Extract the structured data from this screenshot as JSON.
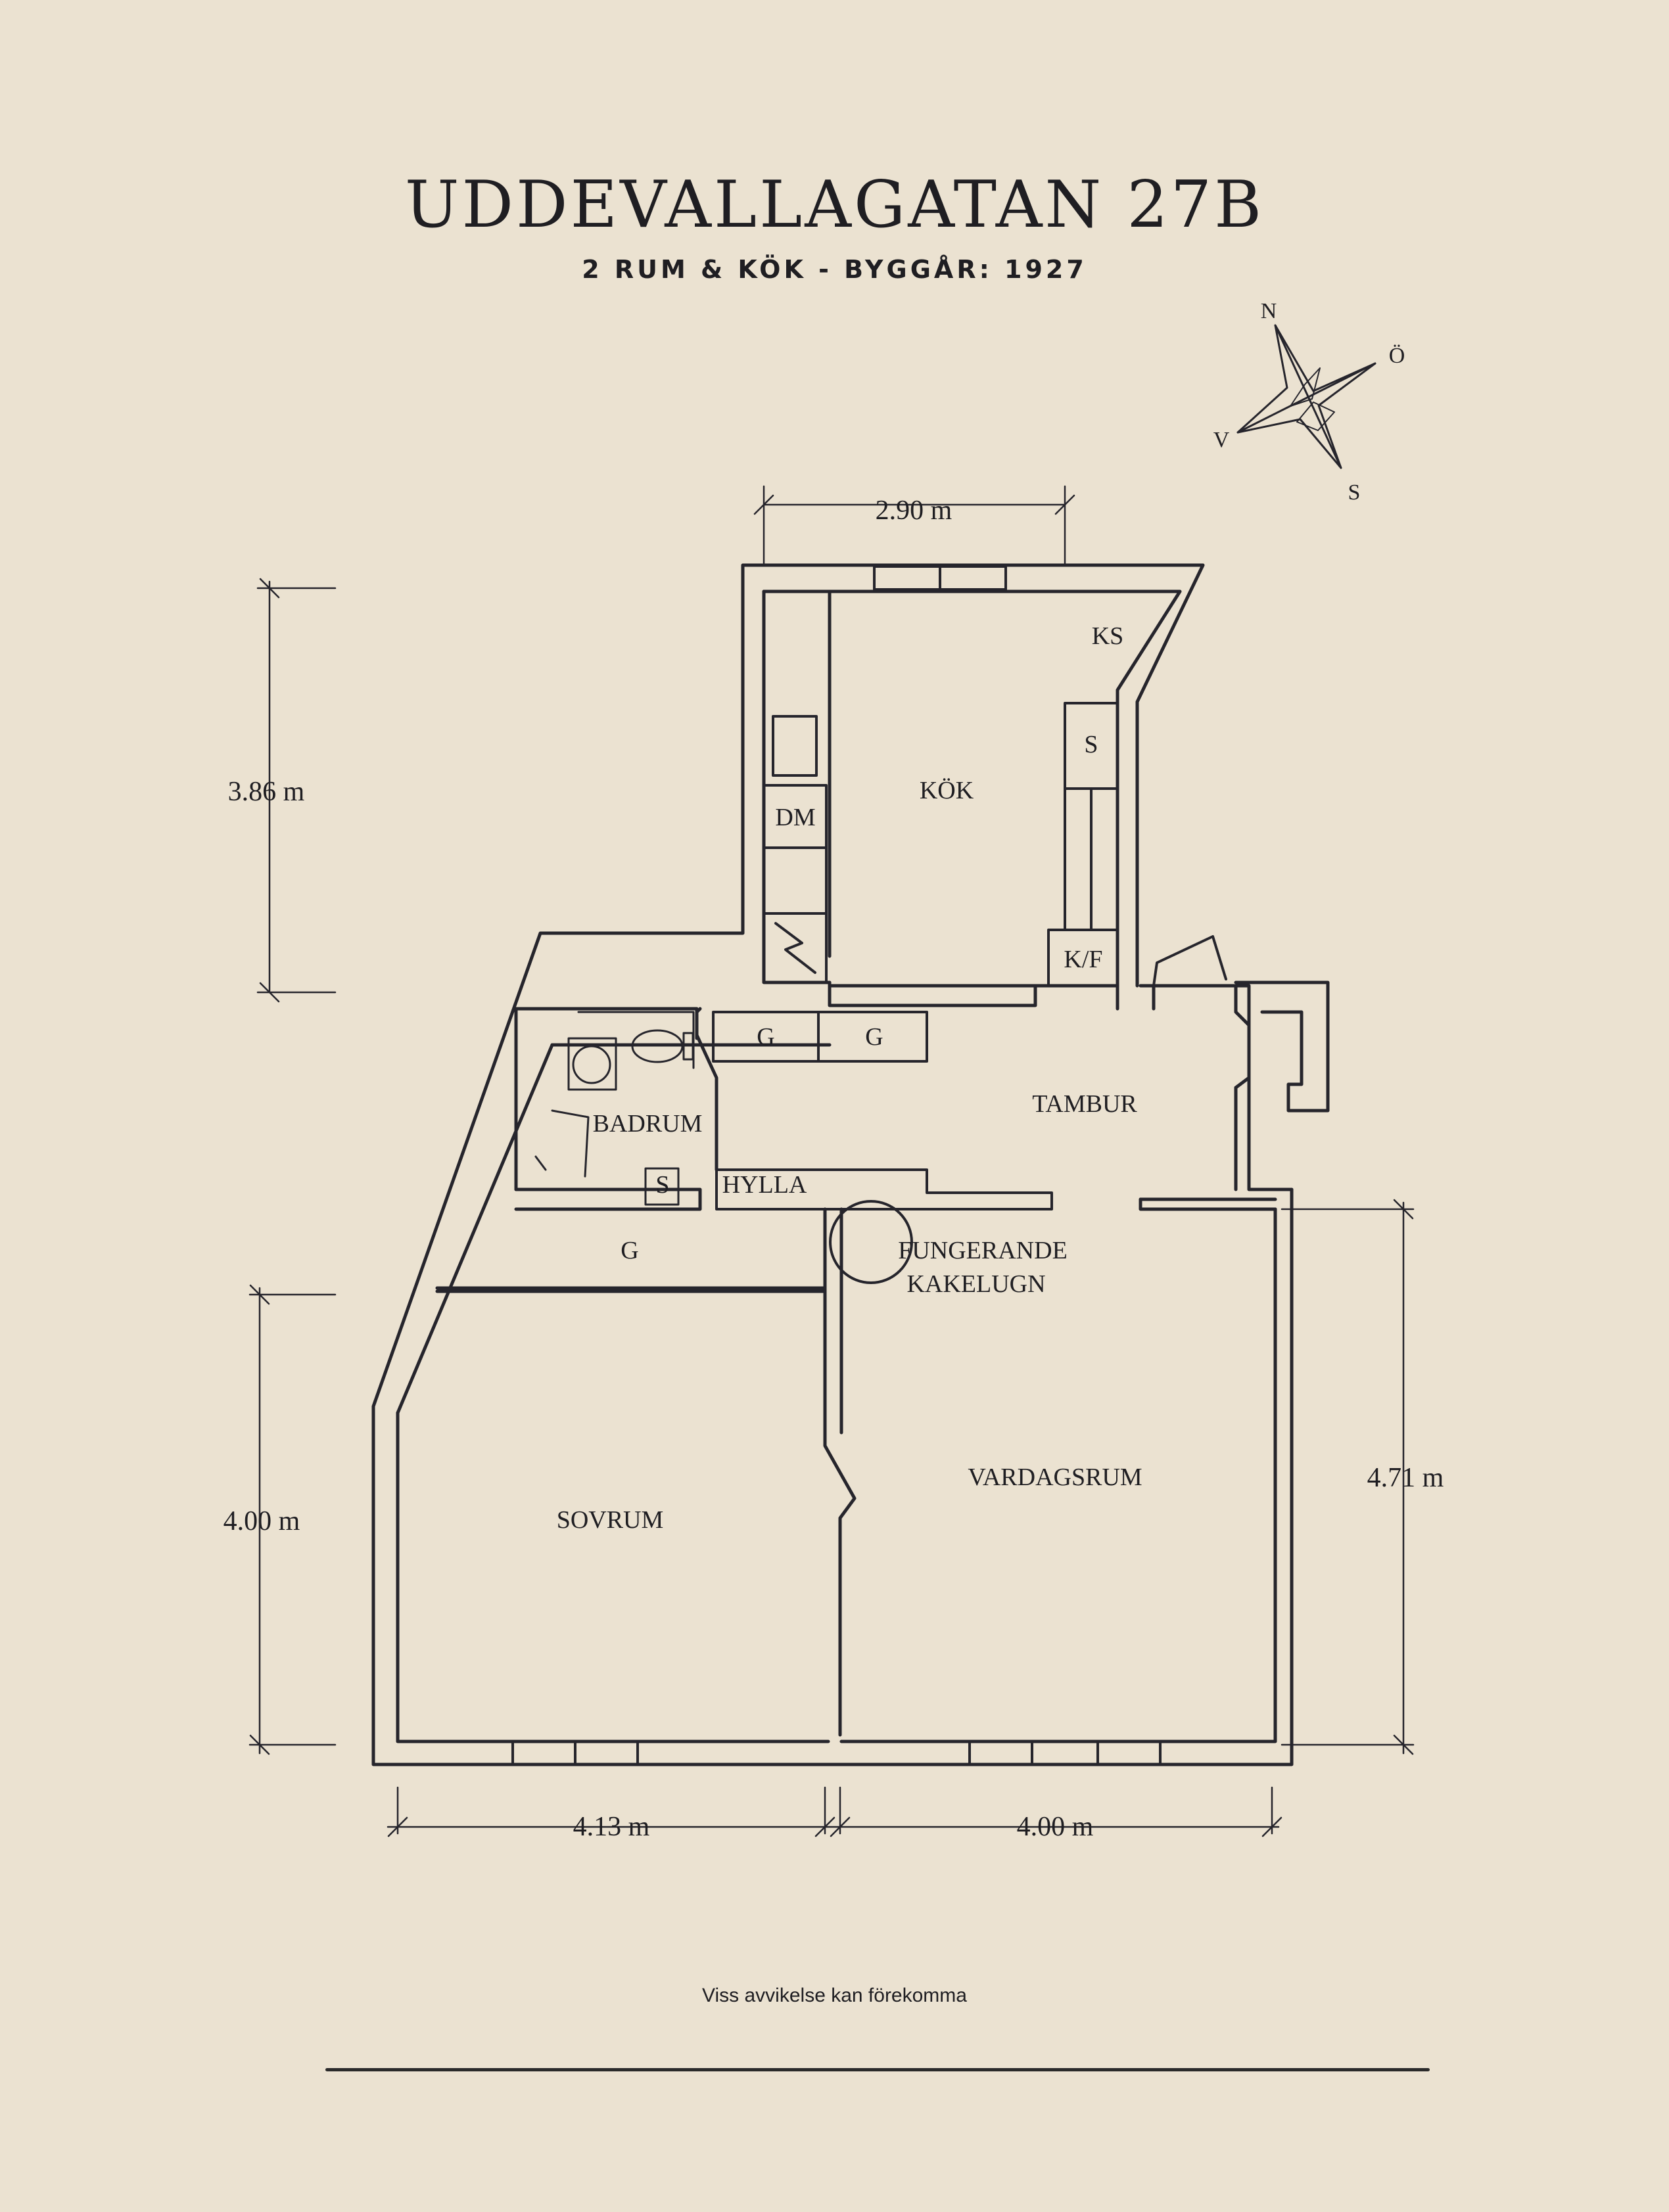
{
  "title": "UDDEVALLAGATAN 27B",
  "subtitle": "2 RUM & KÖK  -  BYGGÅR: 1927",
  "compass": {
    "n": "N",
    "o": "Ö",
    "s": "S",
    "v": "V"
  },
  "rooms": {
    "kok": "KÖK",
    "ks": "KS",
    "s_kitchen": "S",
    "dm": "DM",
    "kf": "K/F",
    "g1": "G",
    "g2": "G",
    "tambur": "TAMBUR",
    "badrum": "BADRUM",
    "s_bath": "S",
    "hylla": "HYLLA",
    "g_bedroom": "G",
    "kakelugn_1": "FUNGERANDE",
    "kakelugn_2": "KAKELUGN",
    "vardagsrum": "VARDAGSRUM",
    "sovrum": "SOVRUM"
  },
  "dimensions": {
    "kitchen_width": "2.90 m",
    "kitchen_depth": "3.86 m",
    "bedroom_depth": "4.00 m",
    "living_depth": "4.71 m",
    "bedroom_width": "4.13 m",
    "living_width": "4.00 m"
  },
  "disclaimer": "Viss avvikelse kan förekomma",
  "colors": {
    "background": "#ebe2d1",
    "ink": "#1f1e22"
  }
}
